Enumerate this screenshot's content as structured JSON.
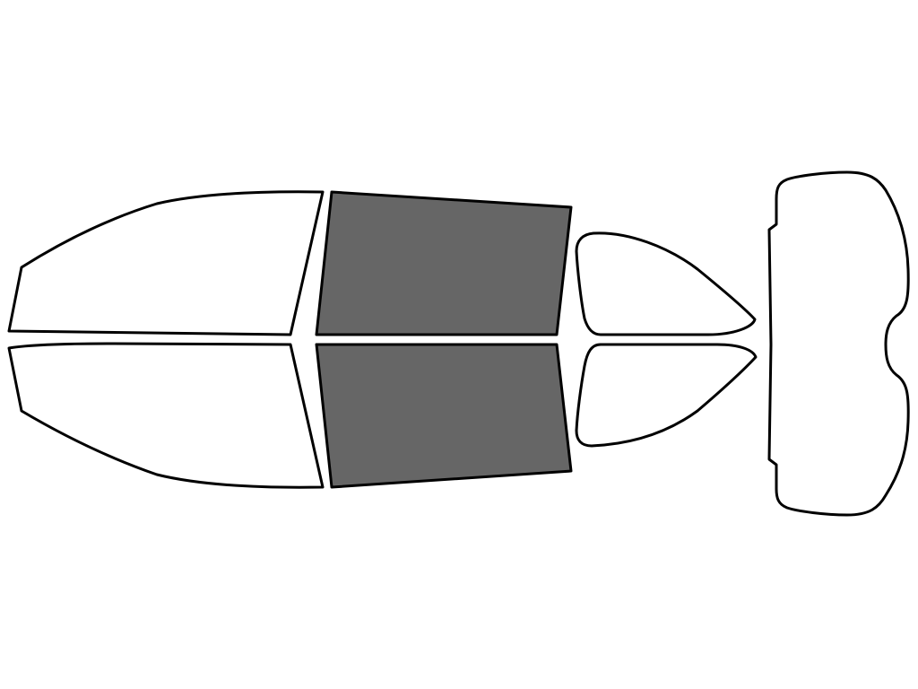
{
  "colors": {
    "background": "#ffffff",
    "outline": "#000000",
    "untinted_fill": "#ffffff",
    "tinted_fill": "#666666"
  },
  "windows": [
    {
      "name": "front-door-window-top",
      "tinted": false
    },
    {
      "name": "front-door-window-bottom",
      "tinted": false
    },
    {
      "name": "rear-door-window-top",
      "tinted": true
    },
    {
      "name": "rear-door-window-bottom",
      "tinted": true
    },
    {
      "name": "rear-quarter-window-top",
      "tinted": false
    },
    {
      "name": "rear-quarter-window-bottom",
      "tinted": false
    },
    {
      "name": "rear-windshield",
      "tinted": false
    }
  ]
}
